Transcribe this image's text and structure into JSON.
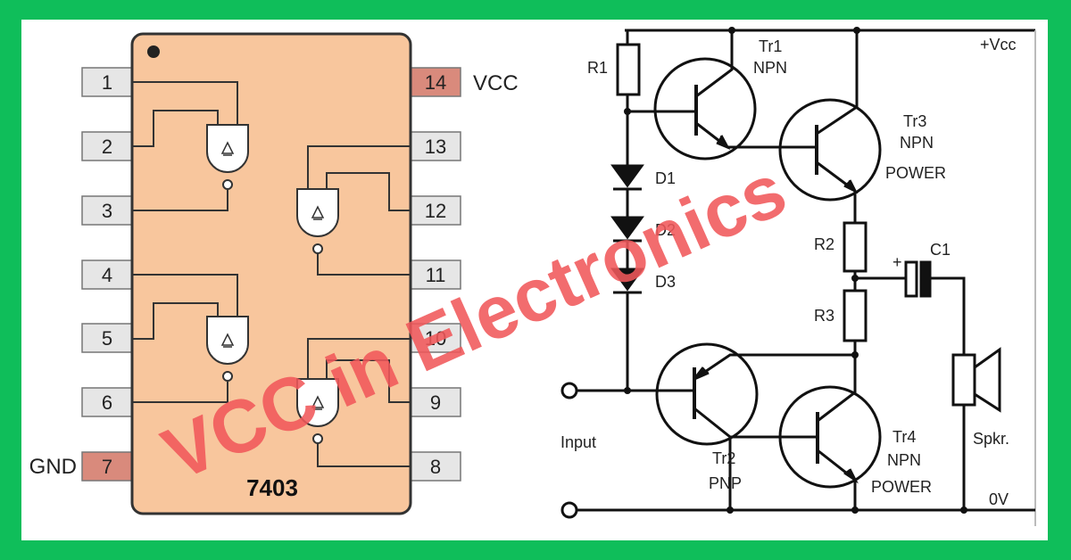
{
  "chip": {
    "name": "7403",
    "pins": [
      "1",
      "2",
      "3",
      "4",
      "5",
      "6",
      "7",
      "8",
      "9",
      "10",
      "11",
      "12",
      "13",
      "14"
    ],
    "vcc_label": "VCC",
    "gnd_label": "GND"
  },
  "schematic": {
    "supply_label": "+Vcc",
    "ground_label": "0V",
    "input_label": "Input",
    "r1": "R1",
    "r2": "R2",
    "r3": "R3",
    "c1": "C1",
    "cap_plus": "+",
    "d1": "D1",
    "d2": "D2",
    "d3": "D3",
    "tr1": [
      "Tr1",
      "NPN"
    ],
    "tr2": [
      "Tr2",
      "PNP"
    ],
    "tr3": [
      "Tr3",
      "NPN",
      "POWER"
    ],
    "tr4": [
      "Tr4",
      "NPN",
      "POWER"
    ],
    "speaker": "Spkr."
  },
  "watermark": "VCC in Electronics",
  "colors": {
    "frame": "#0fbe5a",
    "chip_body": "#f8c69d",
    "power_pin": "#d98a7c",
    "pin": "#e6e6e6",
    "watermark": "#f0585a"
  }
}
